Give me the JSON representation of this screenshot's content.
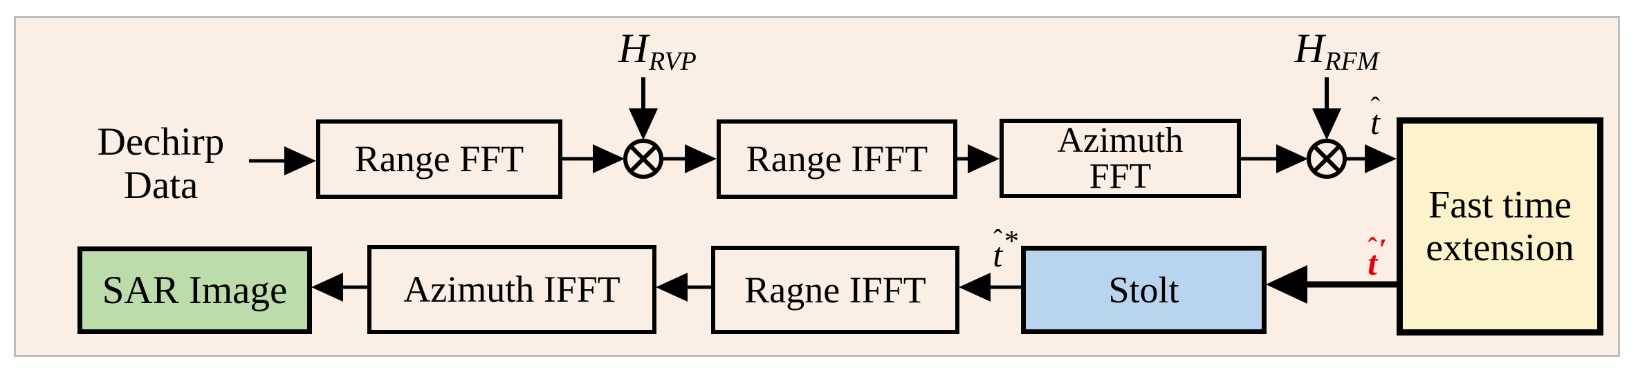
{
  "colors": {
    "page_bg": "#ffffff",
    "panel_bg": "#faeee5",
    "panel_border": "#bdbdbd",
    "line_color": "#000000",
    "yellow_box": "#fcf2cb",
    "blue_box": "#b9d4ee",
    "green_box": "#bcdcab",
    "red_label": "#e8000d"
  },
  "nodes": {
    "dechirp": {
      "line1": "Dechirp",
      "line2": "Data"
    },
    "range_fft": {
      "label": "Range FFT"
    },
    "range_ifft": {
      "label": "Range IFFT"
    },
    "azimuth_fft": {
      "line1": "Azimuth",
      "line2": "FFT"
    },
    "fast_time_extension": {
      "line1": "Fast time",
      "line2": "extension",
      "fill": "#fcf2cb"
    },
    "stolt": {
      "label": "Stolt",
      "fill": "#b9d4ee"
    },
    "ragne_ifft": {
      "label": "Ragne IFFT"
    },
    "azimuth_ifft": {
      "label": "Azimuth IFFT"
    },
    "sar_image": {
      "label": "SAR Image",
      "fill": "#bcdcab"
    }
  },
  "math": {
    "hrvp": {
      "base": "H",
      "sub": "RVP"
    },
    "hrfm": {
      "base": "H",
      "sub": "RFM"
    },
    "t_hat": {
      "base": "t",
      "hat": "ˆ"
    },
    "t_hat_star": {
      "base": "t",
      "hat": "ˆ",
      "sup": "*"
    },
    "t_hat_prime": {
      "base": "t",
      "hat": "ˆ",
      "sup": "′",
      "color": "#e8000d"
    }
  },
  "edges": [
    {
      "from": "Dechirp Data",
      "to": "Range FFT"
    },
    {
      "from": "Range FFT",
      "to": "multiplier-1"
    },
    {
      "from": "H_RVP",
      "to": "multiplier-1"
    },
    {
      "from": "multiplier-1",
      "to": "Range IFFT"
    },
    {
      "from": "Range IFFT",
      "to": "Azimuth FFT"
    },
    {
      "from": "Azimuth FFT",
      "to": "multiplier-2"
    },
    {
      "from": "H_RFM",
      "to": "multiplier-2"
    },
    {
      "from": "multiplier-2",
      "to": "Fast time extension",
      "label": "t̂"
    },
    {
      "from": "Fast time extension",
      "to": "Stolt",
      "label": "t̂′"
    },
    {
      "from": "Stolt",
      "to": "Ragne IFFT",
      "label": "t̂*"
    },
    {
      "from": "Ragne IFFT",
      "to": "Azimuth IFFT"
    },
    {
      "from": "Azimuth IFFT",
      "to": "SAR Image"
    }
  ]
}
